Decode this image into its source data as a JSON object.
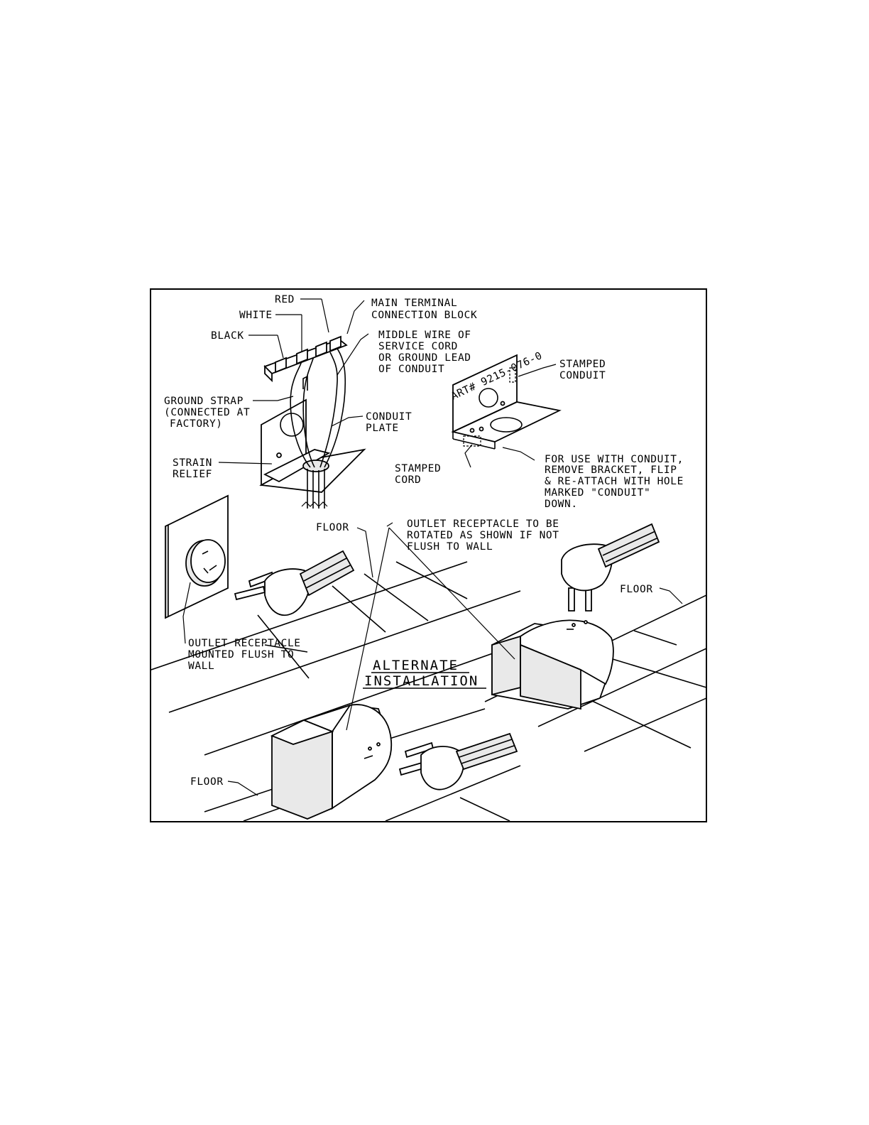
{
  "diagram": {
    "labels": {
      "red": "RED",
      "white": "WHITE",
      "black": "BLACK",
      "main_terminal_1": "MAIN TERMINAL",
      "main_terminal_2": "CONNECTION BLOCK",
      "middle_wire_1": "MIDDLE WIRE OF",
      "middle_wire_2": "SERVICE CORD",
      "middle_wire_3": "OR GROUND LEAD",
      "middle_wire_4": "OF CONDUIT",
      "art_number": "ART# 9215-076-0",
      "stamped_conduit_1": "STAMPED",
      "stamped_conduit_2": "CONDUIT",
      "ground_strap_1": "GROUND STRAP",
      "ground_strap_2": "(CONNECTED AT",
      "ground_strap_3": "FACTORY)",
      "conduit_plate_1": "CONDUIT",
      "conduit_plate_2": "PLATE",
      "strain_relief_1": "STRAIN",
      "strain_relief_2": "RELIEF",
      "stamped_cord_1": "STAMPED",
      "stamped_cord_2": "CORD",
      "for_use_1": "FOR USE WITH CONDUIT,",
      "for_use_2": "REMOVE BRACKET, FLIP",
      "for_use_3": "& RE-ATTACH WITH HOLE",
      "for_use_4": "MARKED \"CONDUIT\"",
      "for_use_5": "DOWN.",
      "floor_top": "FLOOR",
      "outlet_rotated_1": "OUTLET RECEPTACLE TO BE",
      "outlet_rotated_2": "ROTATED AS SHOWN IF NOT",
      "outlet_rotated_3": "FLUSH TO WALL",
      "floor_right": "FLOOR",
      "outlet_flush_1": "OUTLET RECEPTACLE",
      "outlet_flush_2": "MOUNTED FLUSH TO",
      "outlet_flush_3": "WALL",
      "alternate_1": "ALTERNATE",
      "alternate_2": "INSTALLATION",
      "floor_bottom": "FLOOR"
    }
  }
}
